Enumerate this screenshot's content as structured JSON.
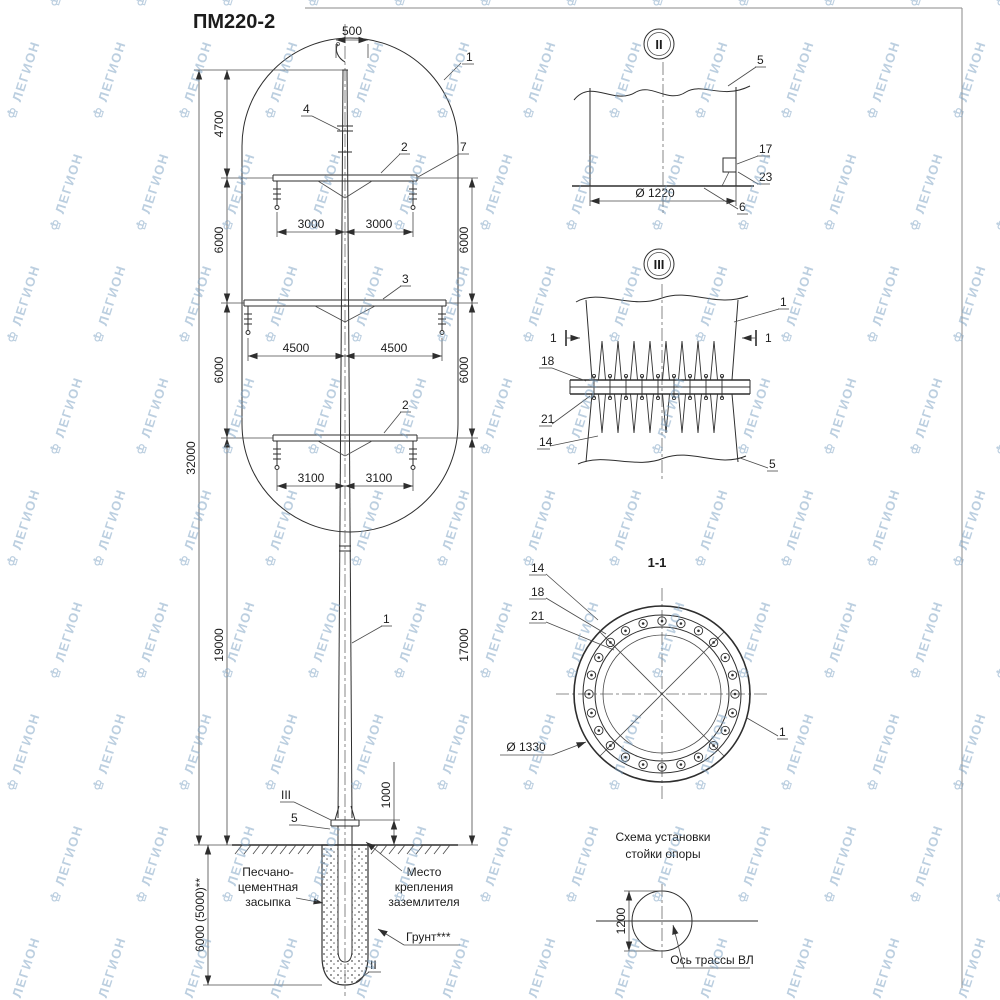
{
  "title": "ПМ220-2",
  "watermark": {
    "text": "ЛЕГИОН",
    "icon": "♔"
  },
  "main": {
    "dim_500": "500",
    "dim_4700": "4700",
    "dim_6000_a": "6000",
    "dim_6000_b": "6000",
    "dim_32000": "32000",
    "dim_19000": "19000",
    "dim_6000_r1": "6000",
    "dim_6000_r2": "6000",
    "dim_17000": "17000",
    "dim_1000": "1000",
    "dim_3000_l": "3000",
    "dim_3000_r": "3000",
    "dim_4500_l": "4500",
    "dim_4500_r": "4500",
    "dim_3100_l": "3100",
    "dim_3100_r": "3100",
    "dim_depth": "6000 (5000)**",
    "callout_1_top": "1",
    "callout_4": "4",
    "callout_2_top": "2",
    "callout_7": "7",
    "callout_3": "3",
    "callout_2_mid": "2",
    "callout_1_mid": "1",
    "mark_III": "III",
    "callout_5": "5",
    "mark_II_bottom": "II",
    "label_backfill_1": "Песчано-",
    "label_backfill_2": "цементная",
    "label_backfill_3": "засыпка",
    "label_ground_1": "Место",
    "label_ground_2": "крепления",
    "label_ground_3": "заземлителя",
    "label_soil": "Грунт***"
  },
  "detail2": {
    "mark": "II",
    "dim_diameter": "Ø 1220",
    "callout_5": "5",
    "callout_17": "17",
    "callout_23": "23",
    "callout_6": "6"
  },
  "detail3": {
    "mark": "III",
    "callout_1": "1",
    "callout_18": "18",
    "callout_21": "21",
    "callout_14": "14",
    "callout_5": "5",
    "section_left": "1",
    "section_right": "1"
  },
  "section": {
    "title": "1-1",
    "callout_14": "14",
    "callout_18": "18",
    "callout_21": "21",
    "callout_1": "1",
    "dim_diameter": "Ø 1330"
  },
  "scheme": {
    "title_1": "Схема установки",
    "title_2": "стойки опоры",
    "dim_1200": "1200",
    "axis_label": "Ось трассы ВЛ"
  }
}
